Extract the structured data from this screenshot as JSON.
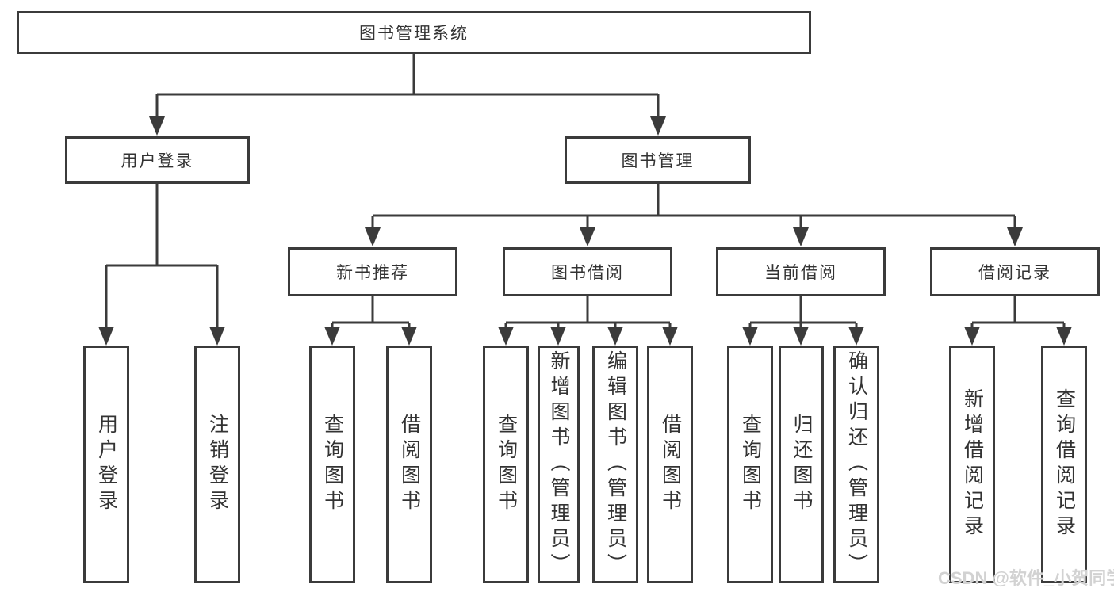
{
  "diagram": {
    "root": {
      "label": "图书管理系统"
    },
    "level2": [
      {
        "id": "user-login",
        "label": "用户登录"
      },
      {
        "id": "book-management",
        "label": "图书管理"
      }
    ],
    "level3": [
      {
        "id": "new-book-recommend",
        "label": "新书推荐"
      },
      {
        "id": "book-borrow",
        "label": "图书借阅"
      },
      {
        "id": "current-borrow",
        "label": "当前借阅"
      },
      {
        "id": "borrow-records",
        "label": "借阅记录"
      }
    ],
    "leaves": {
      "user_login": [
        "用户登录",
        "注销登录"
      ],
      "new_book_recommend": [
        "查询图书",
        "借阅图书"
      ],
      "book_borrow": [
        "查询图书",
        "新增图书（管理员）",
        "编辑图书（管理员）",
        "借阅图书"
      ],
      "current_borrow": [
        "查询图书",
        "归还图书",
        "确认归还（管理员）"
      ],
      "borrow_records": [
        "新增借阅记录",
        "查询借阅记录"
      ]
    }
  },
  "watermark": {
    "text": "CSDN @软件_小贺同学"
  },
  "colors": {
    "line": "#3b3b3b",
    "text": "#333333",
    "watermark": "#d2d2d2",
    "background": "#ffffff"
  }
}
